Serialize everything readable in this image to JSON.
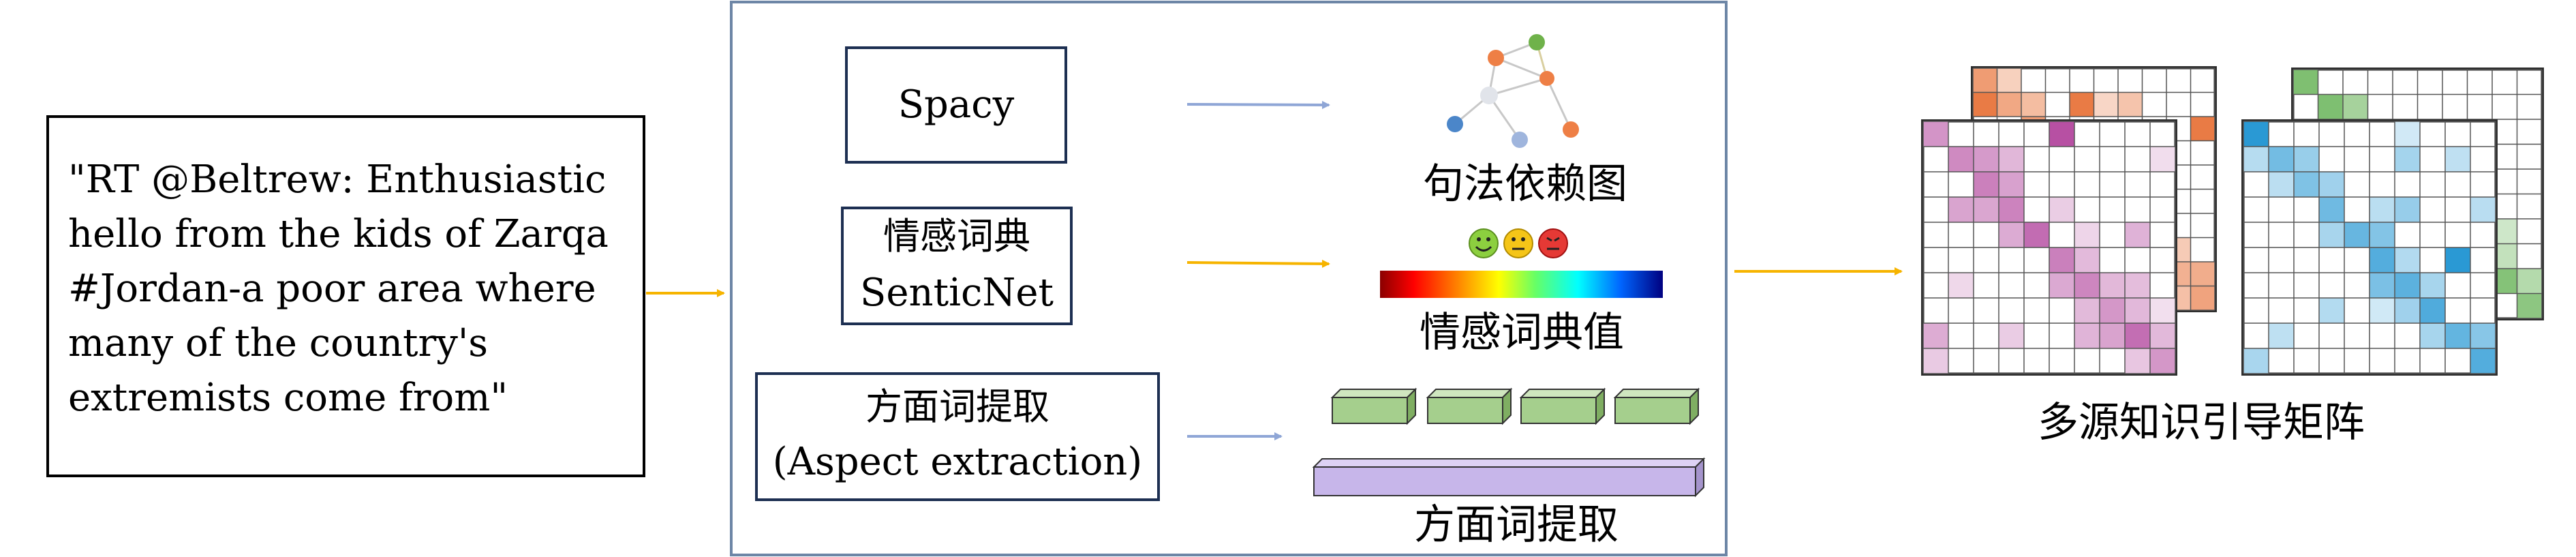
{
  "input_text": {
    "lines": [
      "\"RT @Beltrew: Enthusiastic",
      "hello from the kids of Zarqa",
      "#Jordan-a poor area where",
      "many of the country's",
      "extremists come from\""
    ]
  },
  "modules": {
    "spacy": {
      "label": "Spacy"
    },
    "senticnet": {
      "label_zh": "情感词典",
      "label_en": "SenticNet"
    },
    "aspect": {
      "label_zh": "方面词提取",
      "label_en": "(Aspect extraction)"
    }
  },
  "outputs": {
    "dependency_graph": {
      "caption": "句法依赖图"
    },
    "sentiment_values": {
      "caption": "情感词典值",
      "faces": [
        "happy-face-icon",
        "neutral-face-icon",
        "angry-face-icon"
      ]
    },
    "aspect_terms": {
      "caption": "方面词提取"
    }
  },
  "matrices": {
    "caption": "多源知识引导矩阵"
  },
  "colors": {
    "arrow_orange": "#f6b400",
    "arrow_blue": "#8fa6d6",
    "frame_blue": "#6d86a6",
    "token_green": "#a5cf8d",
    "span_purple": "#c7b6ea"
  }
}
